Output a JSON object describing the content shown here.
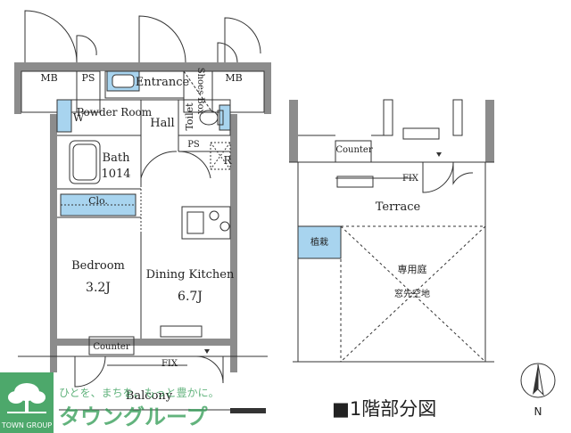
{
  "floor1": {
    "rooms": {
      "mb_left": "MB",
      "ps_top": "PS",
      "entrance": "Entrance",
      "shoes_box": "Shoes Box",
      "mb_right": "MB",
      "w": "W",
      "powder_room": "Powder Room",
      "hall": "Hall",
      "toilet": "Toilet",
      "ps_mid": "PS",
      "r": "R",
      "bath": "Bath",
      "bath_size": "1014",
      "clo": "Clo.",
      "bedroom": "Bedroom",
      "bedroom_size": "3.2J",
      "dining_kitchen": "Dining Kitchen",
      "dining_kitchen_size": "6.7J",
      "counter": "Counter",
      "fix": "FIX",
      "balcony": "Balcony"
    }
  },
  "floor2": {
    "rooms": {
      "counter": "Counter",
      "fix": "FIX",
      "terrace": "Terrace",
      "planter": "植栽",
      "private_garden": "専用庭",
      "window_space": "窓先空地"
    }
  },
  "caption": "■1階部分図",
  "compass": {
    "north": "N"
  },
  "logo": {
    "tagline": "ひとを、まちを、もっと豊かに。",
    "name_jp": "タウングループ",
    "name_en": "TOWN GROUP",
    "color": "#2e9a52"
  },
  "colors": {
    "wall": "#8c8c8c",
    "accent_blue": "#a8d4ef",
    "line": "#333333"
  }
}
